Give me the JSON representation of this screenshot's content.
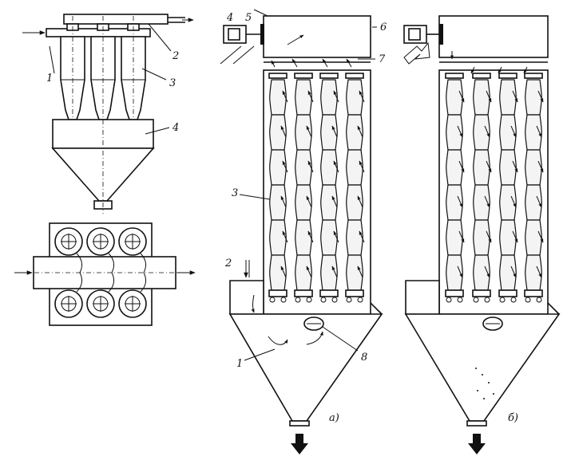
{
  "labels": {
    "cyclone": {
      "n1": "1",
      "n2": "2",
      "n3": "3",
      "n4": "4"
    },
    "filter_a": {
      "n1": "1",
      "n2": "2",
      "n3": "3",
      "n4": "4",
      "n5": "5",
      "n6": "6",
      "n7": "7",
      "n8": "8",
      "caption": "а)"
    },
    "filter_b": {
      "caption": "б)"
    }
  },
  "colors": {
    "ink": "#111111",
    "paper": "#ffffff",
    "sleeve": "#f4f4f4"
  },
  "icons": {
    "flow_arrow": "filled-arrowhead",
    "outlet_arrow": "bold-down-arrow",
    "inlet_arrow": "hollow-arrow"
  }
}
